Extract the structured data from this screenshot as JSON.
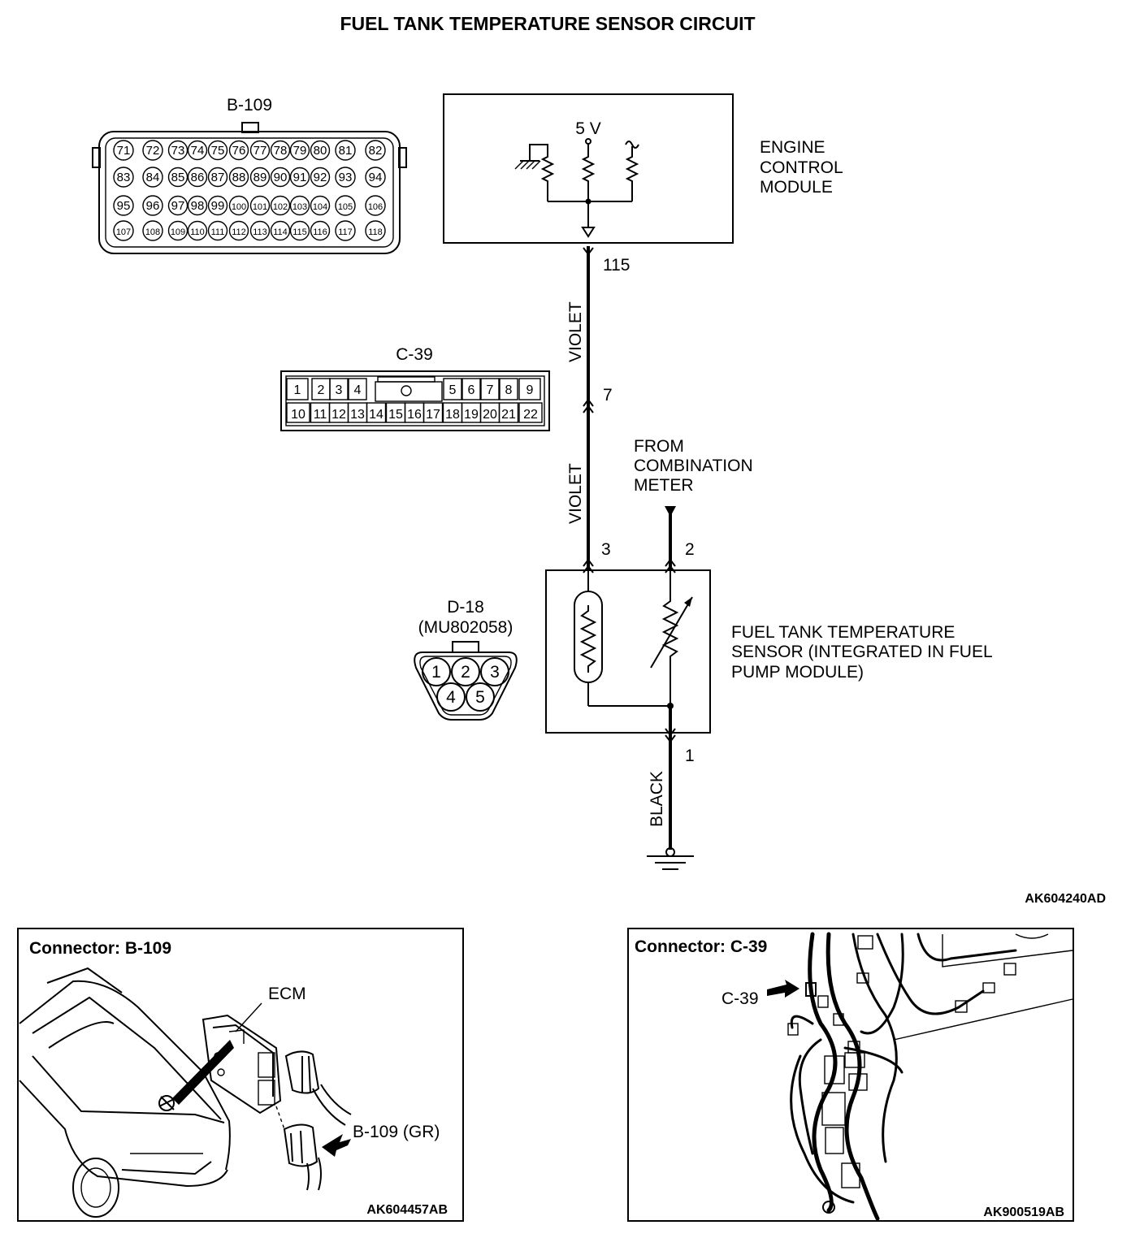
{
  "title": "FUEL TANK TEMPERATURE SENSOR CIRCUIT",
  "ecm": {
    "label_lines": [
      "ENGINE",
      "CONTROL",
      "MODULE"
    ],
    "voltage": "5 V",
    "pin": "115"
  },
  "connector_b109": {
    "name": "B-109",
    "rows": [
      [
        "71",
        "72",
        "73",
        "74",
        "75",
        "76",
        "77",
        "78",
        "79",
        "80",
        "81",
        "82"
      ],
      [
        "83",
        "84",
        "85",
        "86",
        "87",
        "88",
        "89",
        "90",
        "91",
        "92",
        "93",
        "94"
      ],
      [
        "95",
        "96",
        "97",
        "98",
        "99",
        "100",
        "101",
        "102",
        "103",
        "104",
        "105",
        "106"
      ],
      [
        "107",
        "108",
        "109",
        "110",
        "111",
        "112",
        "113",
        "114",
        "115",
        "116",
        "117",
        "118"
      ]
    ]
  },
  "connector_c39": {
    "name": "C-39",
    "top_row": [
      "1",
      "2",
      "3",
      "4",
      "5",
      "6",
      "7",
      "8",
      "9"
    ],
    "bottom_row": [
      "10",
      "11",
      "12",
      "13",
      "14",
      "15",
      "16",
      "17",
      "18",
      "19",
      "20",
      "21",
      "22"
    ],
    "pin": "7"
  },
  "connector_d18": {
    "name": "D-18",
    "part": "(MU802058)",
    "pins": [
      "1",
      "2",
      "3",
      "4",
      "5"
    ]
  },
  "wires": {
    "upper_color": "VIOLET",
    "lower_color": "VIOLET",
    "ground_color": "BLACK"
  },
  "combination_meter": {
    "label_lines": [
      "FROM",
      "COMBINATION",
      "METER"
    ]
  },
  "sensor": {
    "label_lines": [
      "FUEL TANK TEMPERATURE",
      "SENSOR (INTEGRATED IN FUEL",
      "PUMP MODULE)"
    ],
    "pin_3": "3",
    "pin_2": "2",
    "pin_1": "1"
  },
  "figure_ref": "AK604240AD",
  "panel_b109": {
    "header": "Connector: B-109",
    "ecm_label": "ECM",
    "connector_label": "B-109 (GR)",
    "ref": "AK604457AB"
  },
  "panel_c39": {
    "header": "Connector: C-39",
    "connector_label": "C-39",
    "ref": "AK900519AB"
  }
}
